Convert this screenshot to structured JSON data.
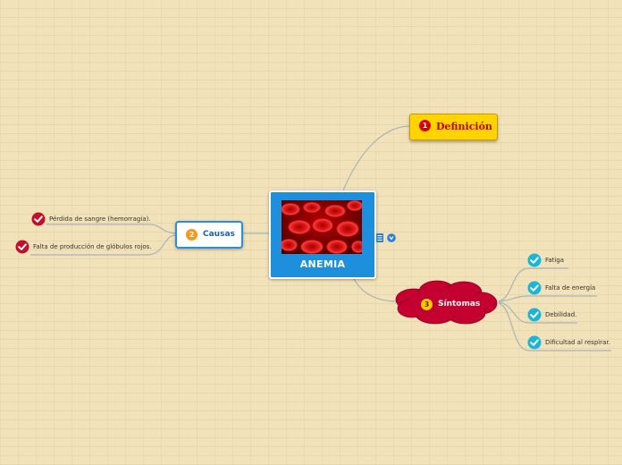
{
  "central": {
    "title": "ANEMIA",
    "image": "red-blood-cells-photo"
  },
  "branches": [
    {
      "number": "1",
      "label": "Definición",
      "color": "#ffd400"
    },
    {
      "number": "2",
      "label": "Causas",
      "color": "#ffffff"
    },
    {
      "number": "3",
      "label": "Síntomas",
      "color": "#c3002f"
    }
  ],
  "causas": [
    "Pérdida de sangre (hemorragia).",
    "Falta de producción de glóbulos rojos."
  ],
  "sintomas": [
    "Fatiga",
    "Falta de energía",
    "Debilidad.",
    "Dificultad al respirar."
  ],
  "icons": {
    "note": "note-icon",
    "link": "link-icon",
    "check": "check-icon"
  },
  "colors": {
    "leaf_check_causas": "#c0102a",
    "leaf_check_sintomas": "#19b6d8",
    "line": "#a8b3b8"
  }
}
